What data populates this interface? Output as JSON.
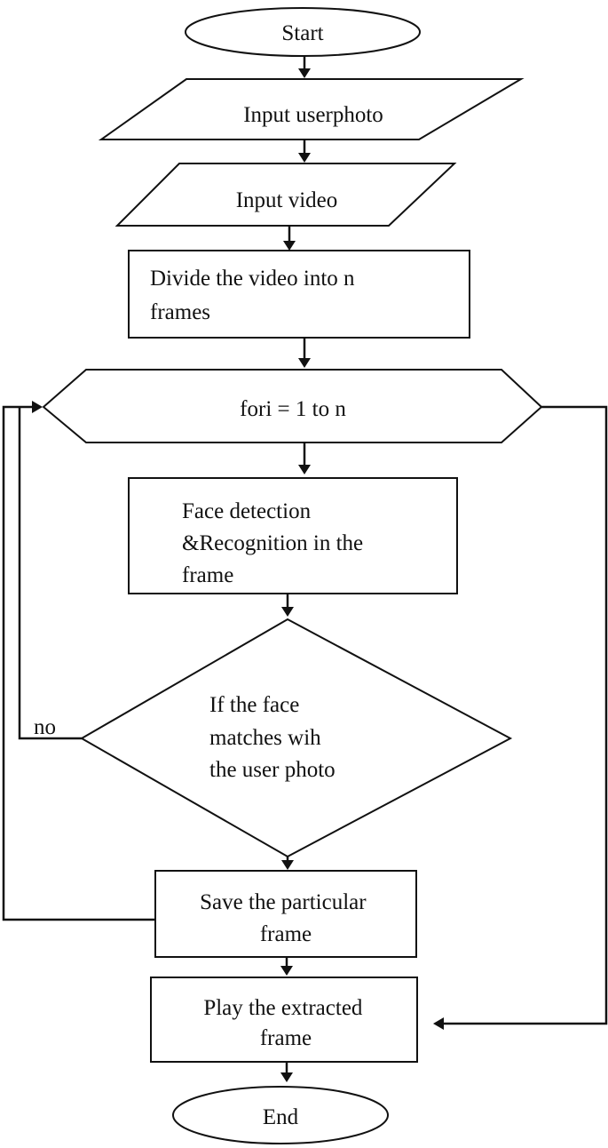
{
  "nodes": {
    "start": {
      "lines": [
        "Start"
      ]
    },
    "input_photo": {
      "lines": [
        "Input userphoto"
      ]
    },
    "input_video": {
      "lines": [
        "Input video"
      ]
    },
    "divide": {
      "lines": [
        "Divide the video into n",
        "frames"
      ]
    },
    "loop": {
      "lines": [
        "fori = 1 to n"
      ]
    },
    "face_detect": {
      "lines": [
        "Face detection",
        "&Recognition in the",
        "frame"
      ]
    },
    "decision": {
      "lines": [
        "If the face",
        "matches wih",
        "the user photo"
      ]
    },
    "save": {
      "lines": [
        "Save the particular",
        "frame"
      ]
    },
    "play": {
      "lines": [
        "Play the extracted",
        "frame"
      ]
    },
    "end": {
      "lines": [
        "End"
      ]
    }
  },
  "edge_labels": {
    "no": "no"
  }
}
